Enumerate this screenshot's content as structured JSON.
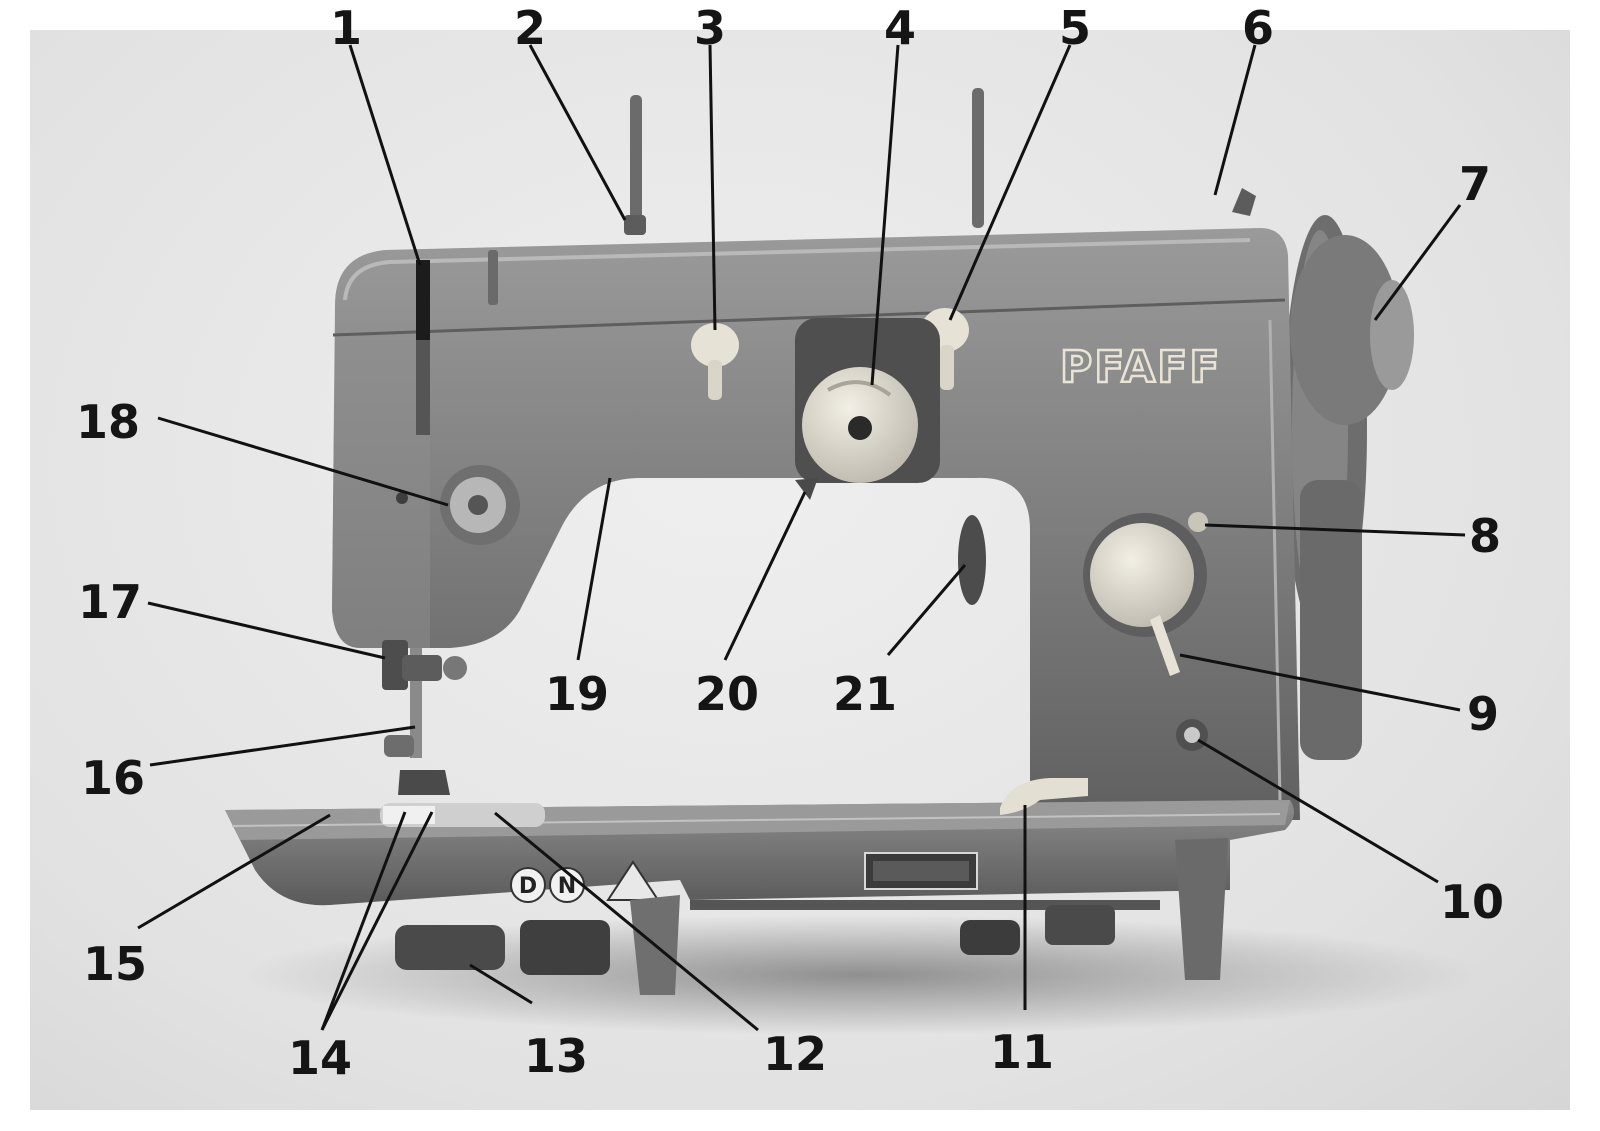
{
  "brand": "PFAFF",
  "badges": [
    "D",
    "N"
  ],
  "colors": {
    "body": "#7f7f7f",
    "body_dark": "#4f4f4f",
    "body_light": "#a9a9a9",
    "dial_light": "#dedbd0",
    "background": "#e6e6e6"
  },
  "callouts": [
    "1",
    "2",
    "3",
    "4",
    "5",
    "6",
    "7",
    "8",
    "9",
    "10",
    "11",
    "12",
    "13",
    "14",
    "15",
    "16",
    "17",
    "18",
    "19",
    "20",
    "21"
  ]
}
